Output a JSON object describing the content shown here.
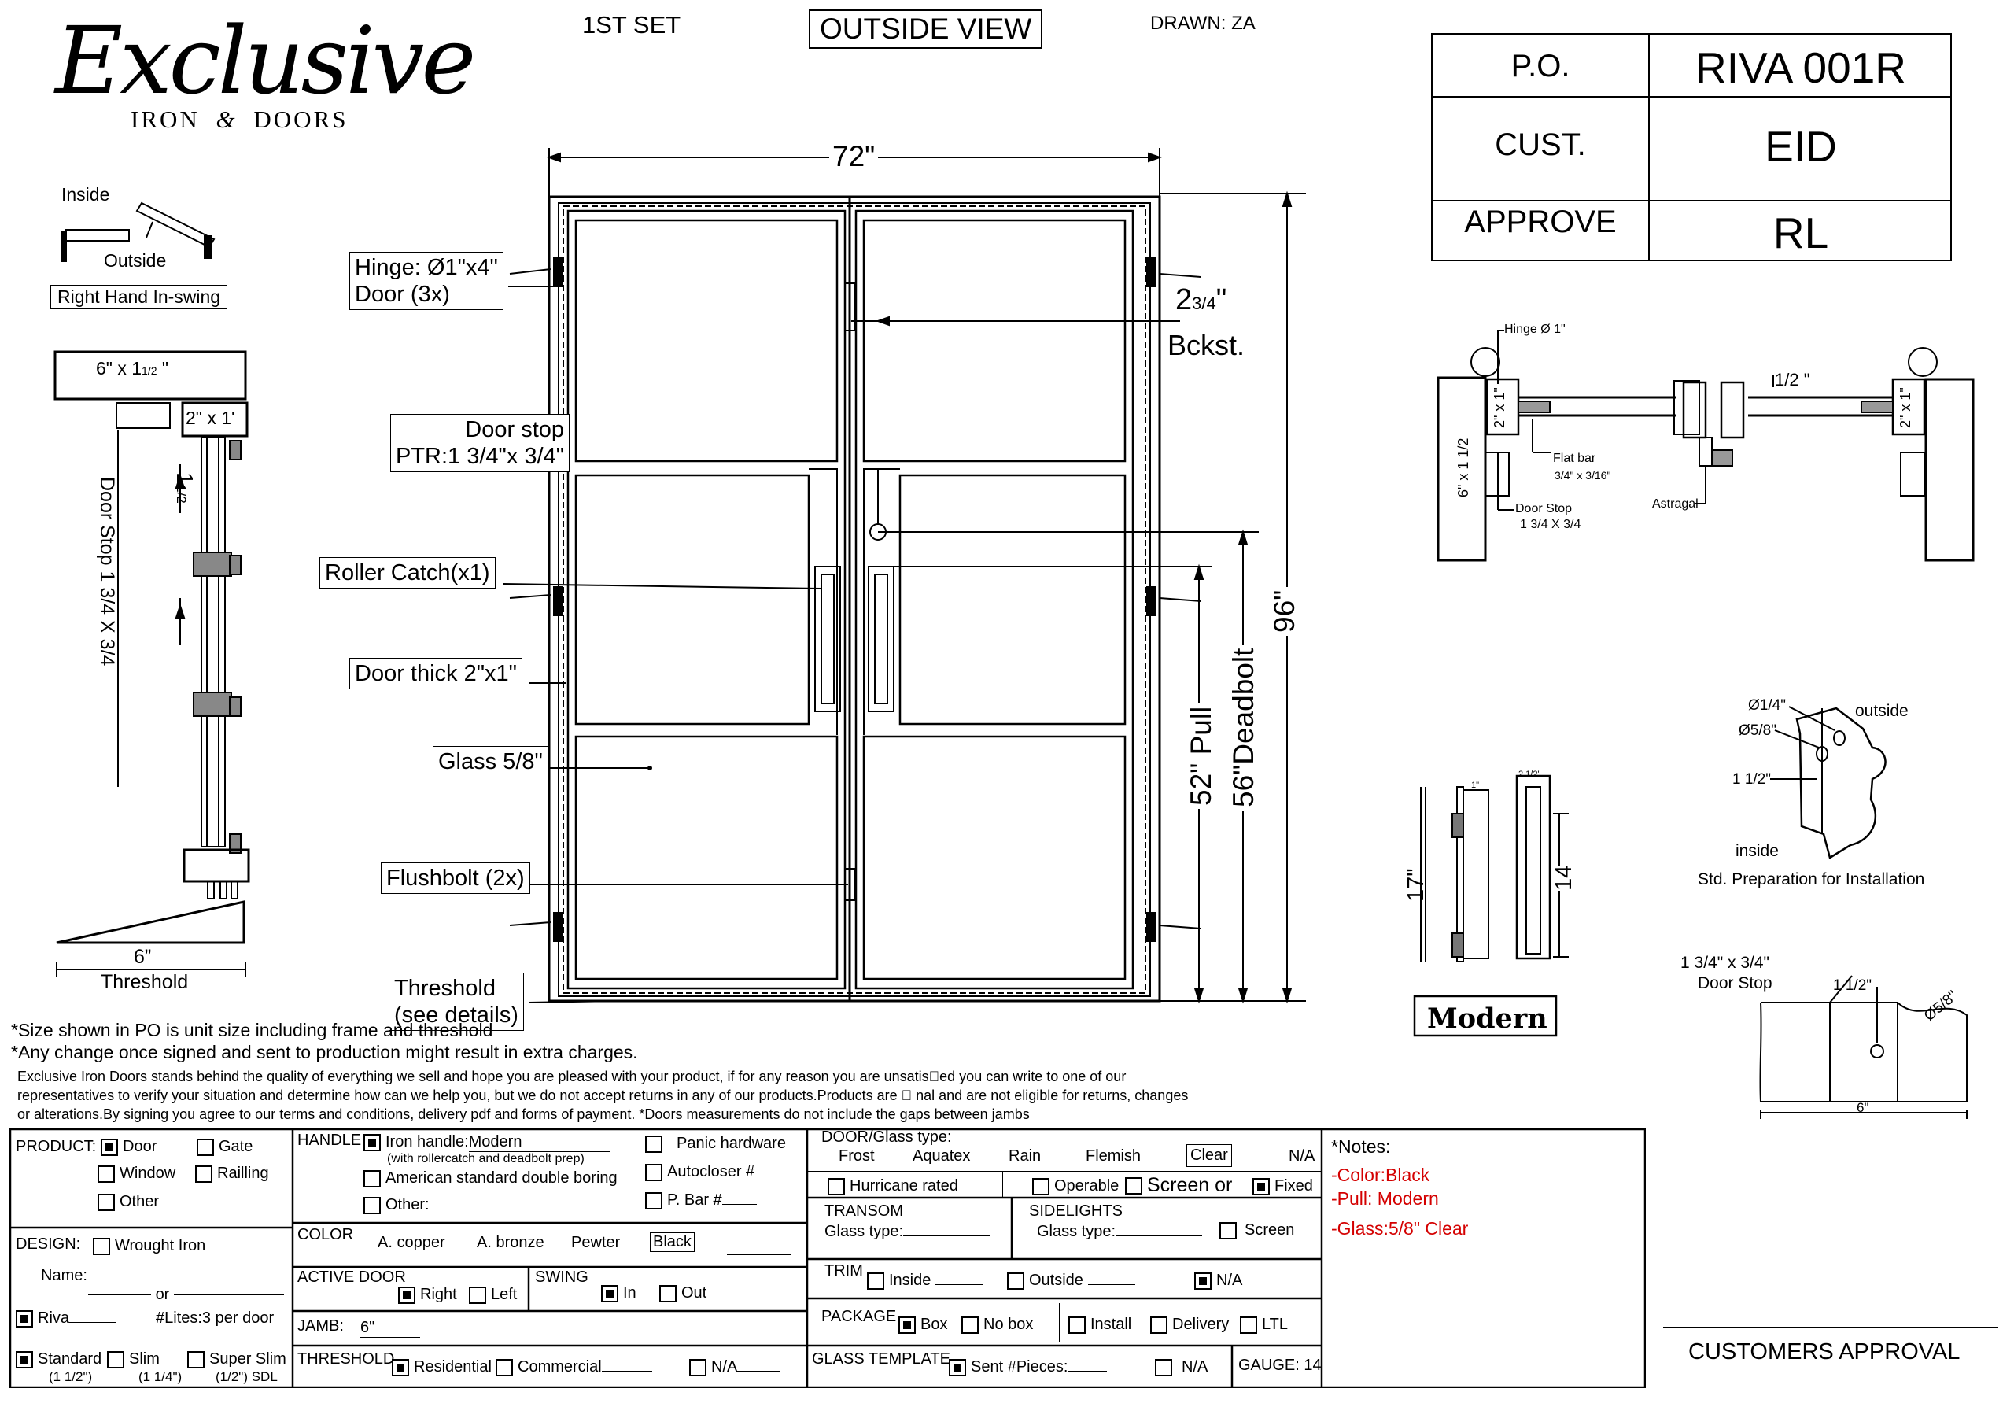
{
  "brand": {
    "name": "Exclusive",
    "sub_left": "IRON",
    "sub_right": "DOORS"
  },
  "header": {
    "set": "1ST SET",
    "view": "OUTSIDE VIEW",
    "drawn": "DRAWN: ZA"
  },
  "po_table": [
    {
      "label": "P.O.",
      "value": "RIVA 001R"
    },
    {
      "label": "CUST.",
      "value": "EID"
    },
    {
      "label": "APPROVE",
      "value": "RL"
    }
  ],
  "swing": {
    "inside": "Inside",
    "outside": "Outside",
    "label": "Right Hand In-swing"
  },
  "section": {
    "jamb": "6\" x 1",
    "jamb_frac": "1/2",
    "tube": "2\" x 1'",
    "doorstop_vertical": "Door Stop 1 3/4 X 3/4",
    "dim_1_whole": "1",
    "dim_1_frac": "1/2",
    "threshold_dim": "6”",
    "threshold": "Threshold"
  },
  "elevation": {
    "width": "72\"",
    "height": "96\"",
    "backset_whole": "2",
    "backset_frac": "3/4",
    "backset_unit": "\"",
    "backset_label": "Bckst.",
    "pull": "52\" Pull",
    "deadbolt": "56\"Deadbolt"
  },
  "callouts": {
    "hinge_1": "Hinge: Ø1\"x4\"",
    "hinge_2": "Door (3x)",
    "stop_1": "Door stop",
    "stop_2": "PTR:1 3/4\"x 3/4\"",
    "roller": "Roller Catch(x1)",
    "thick": "Door thick 2\"x1\"",
    "glass": "Glass 5/8\"",
    "flushbolt": "Flushbolt (2x)",
    "threshold_1": "Threshold",
    "threshold_2": "(see details)"
  },
  "plan": {
    "hinge": "Hinge Ø 1\"",
    "half": "1/2 \"",
    "tube_left": "2\" x 1\"",
    "tube_right": "2\" x 1\"",
    "jamb": "6\" x 1 1/2",
    "flatbar": "Flat bar",
    "flatbar_dim": "3/4\" x 3/16\"",
    "doorstop": "Door Stop",
    "doorstop_dim": "1 3/4 X 3/4",
    "astragal": "Astragal"
  },
  "install": {
    "d14": "Ø1/4\"",
    "outside": "outside",
    "d58": "Ø5/8\"",
    "d112": "1 1/2\"",
    "inside": "inside",
    "caption": "Std. Preparation for Installation"
  },
  "stop_detail": {
    "line1": "1 3/4\" x 3/4\"",
    "line2": "Door Stop",
    "d112": "1 1/2\"",
    "d58": "Ø5/8\"",
    "d6": "6\""
  },
  "handle_detail": {
    "h17": "17\"",
    "h14": "14",
    "w1": "1\"",
    "w2": "2 1/2\"",
    "label": "Modern"
  },
  "notes": {
    "line1": "*Size shown in PO is unit size including frame and threshold",
    "line2": "*Any change once signed and sent to production might result in extra charges.",
    "fine1": "Exclusive Iron Doors stands behind the quality of everything we sell and hope you are pleased with your product, if for any reason you are unsatis\u0000ed you can write to one of our",
    "fine2": "representatives to verify your situation and determine how can we help you, but we do not accept returns in any of our products.Products are \u0000 nal and are not eligible for returns, changes",
    "fine3": "or alterations.By signing you agree to our terms and conditions, delivery pdf and forms of payment. *Doors measurements do not include the gaps between jambs"
  },
  "form": {
    "product_label": "PRODUCT:",
    "door": "Door",
    "gate": "Gate",
    "window": "Window",
    "railing": "Railling",
    "other": "Other",
    "design_label": "DESIGN:",
    "wrought": "Wrought Iron",
    "name": "Name:",
    "or": "or",
    "riva": "Riva",
    "lites": "#Lites:3 per door",
    "standard": "Standard",
    "standard_sub": "(1 1/2\")",
    "slim": "Slim",
    "slim_sub": "(1 1/4\")",
    "superslim": "Super Slim",
    "superslim_sub": "(1/2\") SDL",
    "handle_label": "HANDLE",
    "iron_handle": "Iron handle:",
    "iron_handle_val": "Modern",
    "iron_handle_sub": "(with rollercatch and deadbolt prep)",
    "american": "American standard double boring",
    "other2": "Other:",
    "panic": "Panic hardware",
    "autocloser": "Autocloser #",
    "pbar": "P. Bar #",
    "color_label": "COLOR",
    "copper": "A. copper",
    "bronze": "A. bronze",
    "pewter": "Pewter",
    "black": "Black",
    "active_label": "ACTIVE DOOR",
    "right": "Right",
    "left": "Left",
    "swing_label": "SWING",
    "in": "In",
    "out": "Out",
    "jamb_label": "JAMB:",
    "jamb_val": "6\"",
    "threshold_label": "THRESHOLD",
    "residential": "Residential",
    "commercial": "Commercial",
    "na": "N/A",
    "glass_label": "DOOR/Glass type:",
    "frost": "Frost",
    "aquatex": "Aquatex",
    "rain": "Rain",
    "flemish": "Flemish",
    "clear": "Clear",
    "hurricane": "Hurricane rated",
    "operable": "Operable",
    "screen_or": "Screen or",
    "fixed": "Fixed",
    "transom": "TRANSOM",
    "glass_type": "Glass type:",
    "sidelights": "SIDELIGHTS",
    "screen": "Screen",
    "trim": "TRIM",
    "inside": "Inside",
    "outside": "Outside",
    "package": "PACKAGE",
    "box": "Box",
    "nobox": "No box",
    "install": "Install",
    "delivery": "Delivery",
    "ltl": "LTL",
    "template": "GLASS TEMPLATE",
    "sent": "Sent #Pieces:",
    "gauge": "GAUGE: 14"
  },
  "custom_notes": {
    "title": "*Notes:",
    "items": [
      "-Color:Black",
      "-Pull: Modern",
      "-Glass:5/8\" Clear"
    ]
  },
  "approval": "CUSTOMERS APPROVAL",
  "colors": {
    "ink": "#000000",
    "note_red": "#d40000"
  }
}
